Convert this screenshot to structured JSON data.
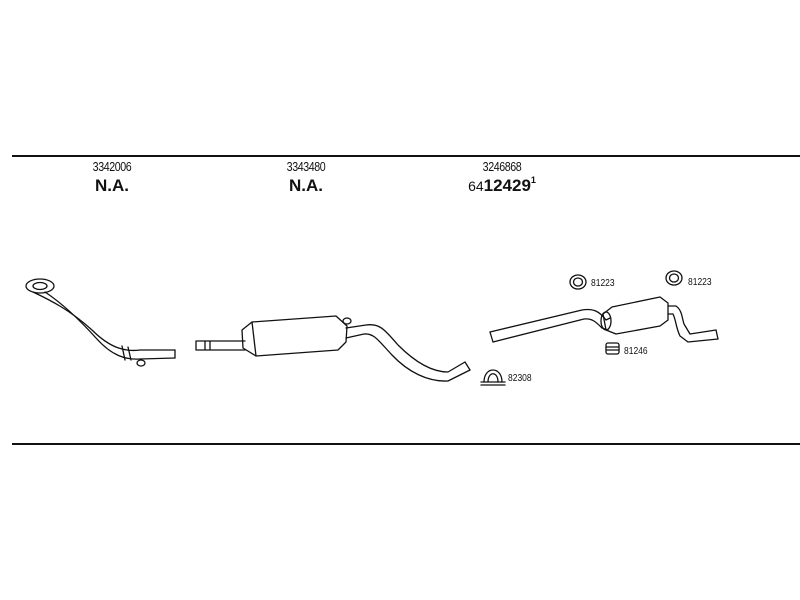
{
  "sections": [
    {
      "part_no": "3342006",
      "ref": "N.A."
    },
    {
      "part_no": "3343480",
      "ref": "N.A."
    },
    {
      "part_no": "3246868",
      "ref_prefix": "64",
      "ref_main": "12429",
      "ref_suffix": "1"
    }
  ],
  "callouts": {
    "ring_left": "81223",
    "ring_right": "81223",
    "mount": "81246",
    "clamp": "82308"
  },
  "colors": {
    "line": "#111111",
    "fill": "#ffffff"
  }
}
